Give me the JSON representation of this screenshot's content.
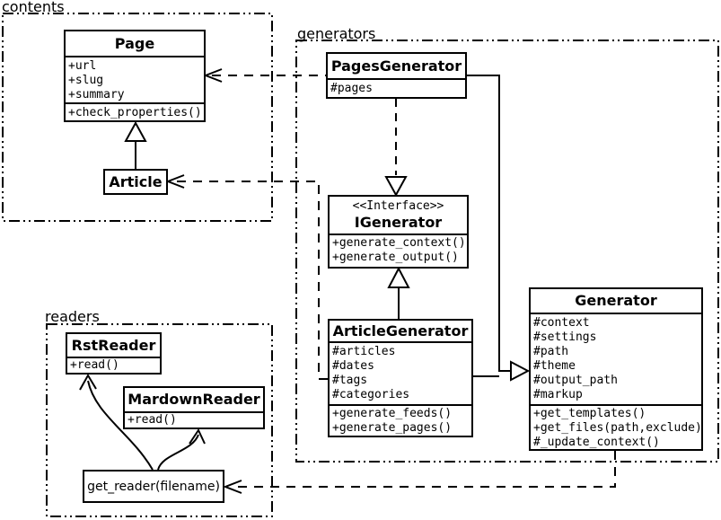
{
  "packages": {
    "contents": {
      "label": "contents"
    },
    "generators": {
      "label": "generators"
    },
    "readers": {
      "label": "readers"
    }
  },
  "classes": {
    "page": {
      "name": "Page",
      "attributes": [
        "+url",
        "+slug",
        "+summary"
      ],
      "methods": [
        "+check_properties()"
      ]
    },
    "article": {
      "name": "Article"
    },
    "pages_generator": {
      "name": "PagesGenerator",
      "attributes": [
        "#pages"
      ]
    },
    "igenerator": {
      "stereotype": "<<Interface>>",
      "name": "IGenerator",
      "methods": [
        "+generate_context()",
        "+generate_output()"
      ]
    },
    "article_generator": {
      "name": "ArticleGenerator",
      "attributes": [
        "#articles",
        "#dates",
        "#tags",
        "#categories"
      ],
      "methods": [
        "+generate_feeds()",
        "+generate_pages()"
      ]
    },
    "generator": {
      "name": "Generator",
      "attributes": [
        "#context",
        "#settings",
        "#path",
        "#theme",
        "#output_path",
        "#markup"
      ],
      "methods": [
        "+get_templates()",
        "+get_files(path,exclude)",
        "#_update_context()"
      ]
    },
    "rst_reader": {
      "name": "RstReader",
      "methods": [
        "+read()"
      ]
    },
    "mardown_reader": {
      "name": "MardownReader",
      "methods": [
        "+read()"
      ]
    },
    "get_reader": {
      "label": "get_reader(filename)"
    }
  },
  "relationships": [
    {
      "from": "Article",
      "to": "Page",
      "type": "generalization"
    },
    {
      "from": "PagesGenerator",
      "to": "IGenerator",
      "type": "realization"
    },
    {
      "from": "ArticleGenerator",
      "to": "IGenerator",
      "type": "generalization"
    },
    {
      "from": "PagesGenerator",
      "to": "Generator",
      "type": "generalization"
    },
    {
      "from": "ArticleGenerator",
      "to": "Generator",
      "type": "generalization"
    },
    {
      "from": "PagesGenerator",
      "to": "Page",
      "type": "dependency"
    },
    {
      "from": "ArticleGenerator",
      "to": "Article",
      "type": "dependency"
    },
    {
      "from": "Generator",
      "to": "get_reader(filename)",
      "type": "dependency"
    },
    {
      "from": "get_reader(filename)",
      "to": "RstReader",
      "type": "arrow"
    },
    {
      "from": "get_reader(filename)",
      "to": "MardownReader",
      "type": "arrow"
    }
  ],
  "colors": {
    "line": "#000000",
    "background": "#ffffff",
    "box_fill": "#ffffff"
  }
}
